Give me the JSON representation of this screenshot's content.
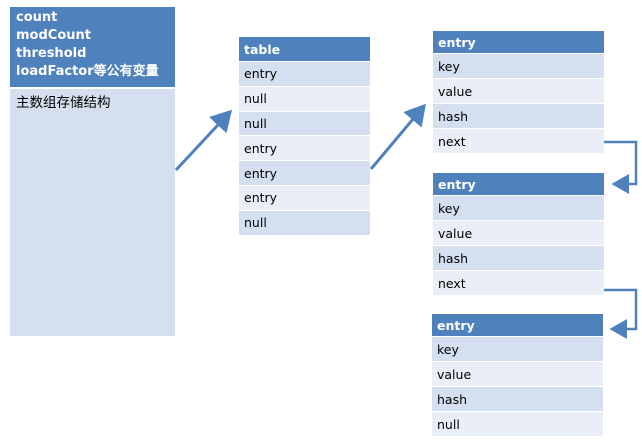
{
  "hashmap": {
    "fields": [
      "count",
      "modCount",
      "threshold",
      "loadFactor等公有变量"
    ],
    "body_label": "主数组存储结构"
  },
  "table_array": {
    "header": "table",
    "rows": [
      "entry",
      "null",
      "null",
      "entry",
      "entry",
      "entry",
      "null"
    ]
  },
  "entries": [
    {
      "header": "entry",
      "rows": [
        "key",
        "value",
        "hash",
        "next"
      ]
    },
    {
      "header": "entry",
      "rows": [
        "key",
        "value",
        "hash",
        "next"
      ]
    },
    {
      "header": "entry",
      "rows": [
        "key",
        "value",
        "hash",
        "null"
      ]
    }
  ],
  "colors": {
    "header_blue": "#4f81bd",
    "row_light": "#d4e0ef",
    "row_lighter": "#e9eef7",
    "arrow": "#4f81bd"
  }
}
